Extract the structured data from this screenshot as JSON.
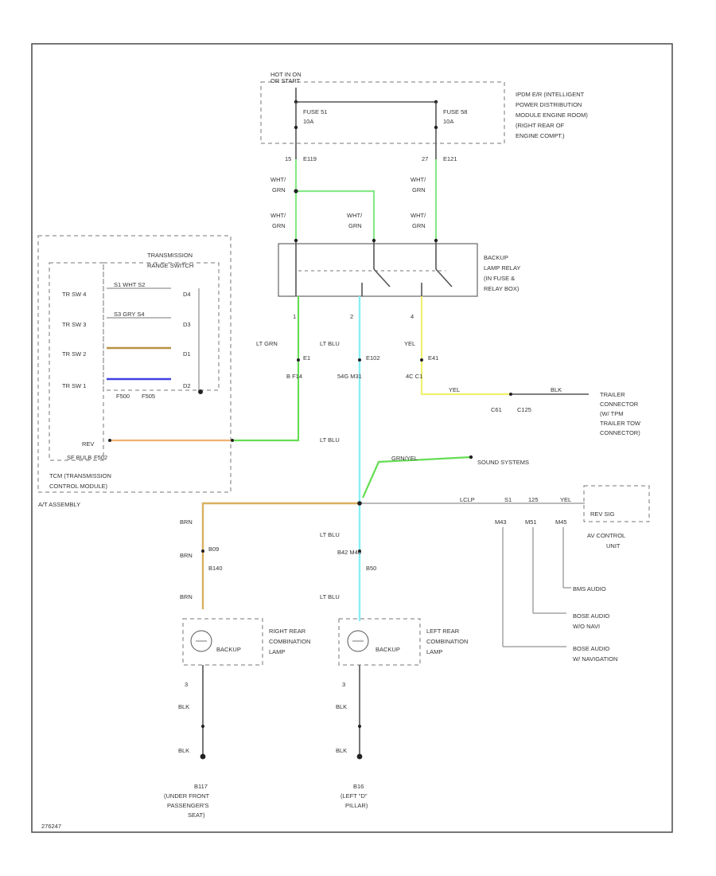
{
  "colors": {
    "grn": "#88e888",
    "lt_grn": "#66dd55",
    "lt_blu": "#88eef4",
    "yel": "#f0f070",
    "orn": "#f0b070",
    "tan": "#d8b060",
    "tan_dk": "#b89040",
    "blu": "#4040e0",
    "wire_gray": "#555555"
  },
  "labels": {
    "hot": "HOT IN ON",
    "on_start": "OR START",
    "ipdm": "IPDM E/R (INTELLIGENT",
    "ipdm_2": "POWER DISTRIBUTION",
    "ipdm_3": "MODULE ENGINE ROOM)",
    "ipdm_4": "(RIGHT REAR OF",
    "ipdm_5": "ENGINE COMPT.)",
    "fuse_51": "FUSE 51",
    "fuse_51_amp": "10A",
    "fuse_58": "FUSE 58",
    "fuse_58_amp": "10A",
    "pin_15": "15",
    "conn_e119": "E119",
    "pin_27": "27",
    "conn_e121": "E121",
    "wht_grn": "WHT/",
    "grn": "GRN",
    "relay_name_1": "BACKUP",
    "relay_name_2": "LAMP RELAY",
    "relay_name_3": "(IN FUSE &",
    "relay_name_4": "RELAY BOX)",
    "pin_1": "1",
    "pin_2": "2",
    "pin_4": "4",
    "lt_grn": "LT GRN",
    "lt_blu": "LT BLU",
    "yel": "YEL",
    "conn_e1": "E1",
    "conn_e102": "E102",
    "conn_e41": "E41",
    "conn_b_f14": "B  F14",
    "conn_54g": "54G  M31",
    "conn_4c": "4C  C1",
    "tr_range_1": "TRANSMISSION",
    "tr_range_2": "RANGE SWITCH",
    "tr_sw_4": "TR SW 4",
    "tr_sw_3": "TR SW 3",
    "tr_sw_2": "TR SW 2",
    "tr_sw_1": "TR SW 1",
    "sw_s4": "S1  WHT  S2",
    "sw_s3": "S3  GRY  S4",
    "pin_d4": "D4",
    "pin_d3": "D3",
    "pin_d1": "D1",
    "pin_d2": "D2",
    "f500": "F500",
    "f505": "F505",
    "rev": "REV",
    "s_bulbs": "SF BULB",
    "f502": "F502",
    "tcm_1": "TCM (TRANSMISSION",
    "tcm_2": "CONTROL MODULE)",
    "at_assembly": "A/T ASSEMBLY",
    "trailer_1": "TRAILER",
    "trailer_2": "CONNECTOR",
    "trailer_3": "(W/ TPM",
    "trailer_4": "TRAILER TOW",
    "trailer_5": "CONNECTOR)",
    "conn_c61": "C61",
    "conn_c125": "C125",
    "blk": "BLK",
    "sound_systems": "SOUND SYSTEMS",
    "grn_yel": "GRN/YEL",
    "lt_lp": "LCLP",
    "s1": "S1",
    "s125": "125",
    "yel_2": "YEL",
    "rev_sig": "REV SIG",
    "av_1": "AV CONTROL",
    "av_2": "UNIT",
    "pin_m43": "M43",
    "pin_m51": "M51",
    "pin_m45": "M45",
    "bmw_audio": "BMS AUDIO",
    "bose_nav_1": "BOSE AUDIO",
    "bose_nav_2": "W/O NAVI",
    "bose_nav2_1": "BOSE AUDIO",
    "bose_nav2_2": "W/ NAVIGATION",
    "brn": "BRN",
    "brn_2": "BRN",
    "conn_b09": "B09",
    "conn_b140": "B140",
    "lt_blu_2": "LT BLU",
    "lt_blu_3": "LT BLU",
    "conn_b42": "B42  M40",
    "conn_b50": "B50",
    "rr_lamp_1": "RIGHT REAR",
    "rr_lamp_2": "COMBINATION",
    "rr_lamp_3": "LAMP",
    "lr_lamp_1": "LEFT REAR",
    "lr_lamp_2": "COMBINATION",
    "lr_lamp_3": "LAMP",
    "backup": "BACKUP",
    "pin_3": "3",
    "pin_3b": "3",
    "blk_1": "BLK",
    "blk_2": "BLK",
    "blk_3": "BLK",
    "blk_4": "BLK",
    "ground_1_a": "B117",
    "ground_1_b": "(UNDER FRONT",
    "ground_1_c": "PASSENGER'S",
    "ground_1_d": "SEAT)",
    "ground_2_a": "B16",
    "ground_2_b": "(LEFT \"D\"",
    "ground_2_c": "PILLAR)",
    "fig_id": "276247"
  }
}
